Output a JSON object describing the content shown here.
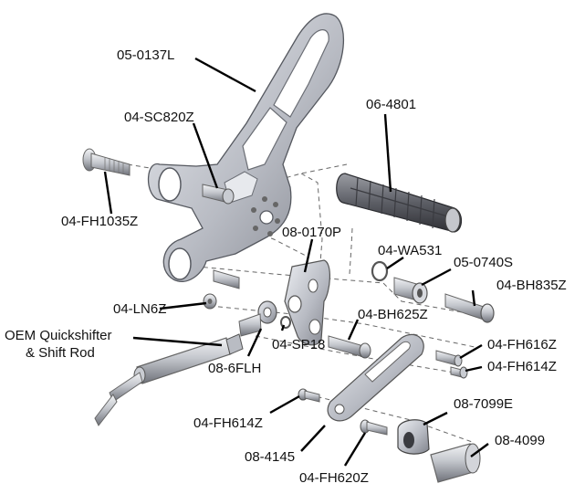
{
  "labels": {
    "bracket": "05-0137L",
    "grip_peg": "06-4801",
    "bolt_sc820": "04-SC820Z",
    "bolt_fh1035": "04-FH1035Z",
    "plate_0170p": "08-0170P",
    "washer_wa531": "04-WA531",
    "spacer_0740s": "05-0740S",
    "bolt_bh835": "04-BH835Z",
    "nut_ln6": "04-LN6Z",
    "bolt_bh625": "04-BH625Z",
    "quickshifter_line1": "OEM Quickshifter",
    "quickshifter_line2": "& Shift Rod",
    "rod_end_6flh": "08-6FLH",
    "spacer_sp18": "04-SP18",
    "bolt_fh616": "04-FH616Z",
    "bolt_fh614_right": "04-FH614Z",
    "bolt_fh614_left": "04-FH614Z",
    "lever_4145": "08-4145",
    "clamp_7099e": "08-7099E",
    "sleeve_4099": "08-4099",
    "bolt_fh620": "04-FH620Z"
  },
  "colors": {
    "metal_light": "#d9dbe0",
    "metal_mid": "#a9acb4",
    "metal_dark": "#5d6069",
    "grip_dark": "#4a4c52",
    "leader": "#000000"
  }
}
